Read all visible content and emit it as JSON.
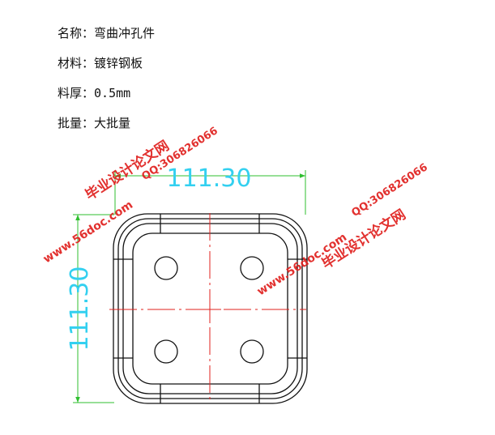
{
  "specs": [
    {
      "label": "名称",
      "separator": "：",
      "value": "弯曲冲孔件"
    },
    {
      "label": "材料",
      "separator": "：",
      "value": "镀锌钢板"
    },
    {
      "label": "料厚",
      "separator": "：",
      "value": "0.5mm"
    },
    {
      "label": "批量",
      "separator": "：",
      "value": "大批量"
    }
  ],
  "dimensions": {
    "horizontal": "111.30",
    "vertical": "111.30"
  },
  "watermarks": {
    "site_name": "毕业设计论文网",
    "qq": "QQ:306826066",
    "url": "www.56doc.com"
  },
  "colors": {
    "outline": "#111111",
    "centerline": "#e0201e",
    "dimension": "#33d0f0",
    "extension": "#2fbf2f",
    "watermark": "#e0201e"
  }
}
